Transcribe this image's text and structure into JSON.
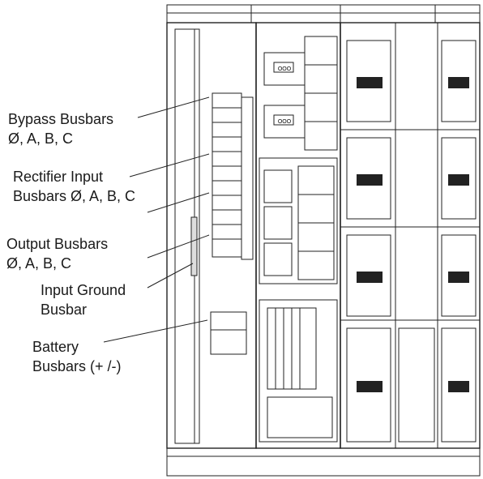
{
  "labels": {
    "bypass_busbars": {
      "line1": "Bypass Busbars",
      "line2": "Ø, A, B, C"
    },
    "rectifier_input_busbars": {
      "line1": "Rectifier Input",
      "line2": "Busbars Ø, A, B, C"
    },
    "output_busbars": {
      "line1": "Output Busbars",
      "line2": "Ø, A, B, C"
    },
    "input_ground_busbar": {
      "line1": "Input Ground",
      "line2": "Busbar"
    },
    "battery_busbars": {
      "line1": "Battery",
      "line2": "Busbars (+ /-)"
    }
  },
  "breaker_labels": {
    "upper": "OOO",
    "lower": "OOO"
  },
  "colors": {
    "line": "#222222",
    "background": "#ffffff"
  }
}
